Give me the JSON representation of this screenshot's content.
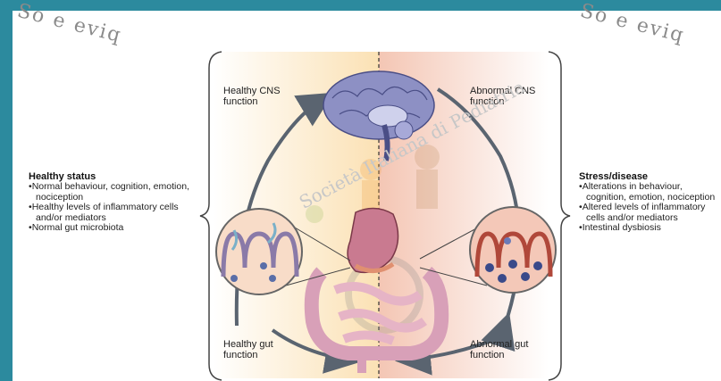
{
  "watermark": {
    "left_text": "So e eviq",
    "right_text": "So e eviq",
    "center_text": "Società Italiana di Pediatria"
  },
  "labels": {
    "healthy_cns": [
      "Healthy CNS",
      "function"
    ],
    "abnormal_cns": [
      "Abnormal CNS",
      "function"
    ],
    "healthy_gut": [
      "Healthy gut",
      "function"
    ],
    "abnormal_gut": [
      "Abnormal gut",
      "function"
    ]
  },
  "healthy_status": {
    "title": "Healthy status",
    "items": [
      "Normal behaviour, cognition, emotion, nociception",
      "Healthy levels of inflammatory cells and/or mediators",
      "Normal gut microbiota"
    ]
  },
  "stress_disease": {
    "title": "Stress/disease",
    "items": [
      "Alterations in behaviour, cognition, emotion, nociception",
      "Altered levels of inflammatory cells and/or mediators",
      "Intestinal dysbiosis"
    ]
  },
  "colors": {
    "band": "#2c8a9e",
    "healthy_bg": "#fbe3b8",
    "disease_bg": "#f3c2b0",
    "brain": "#8d90c4",
    "gut": "#e8b8c8",
    "arrow": "#5a6470"
  }
}
